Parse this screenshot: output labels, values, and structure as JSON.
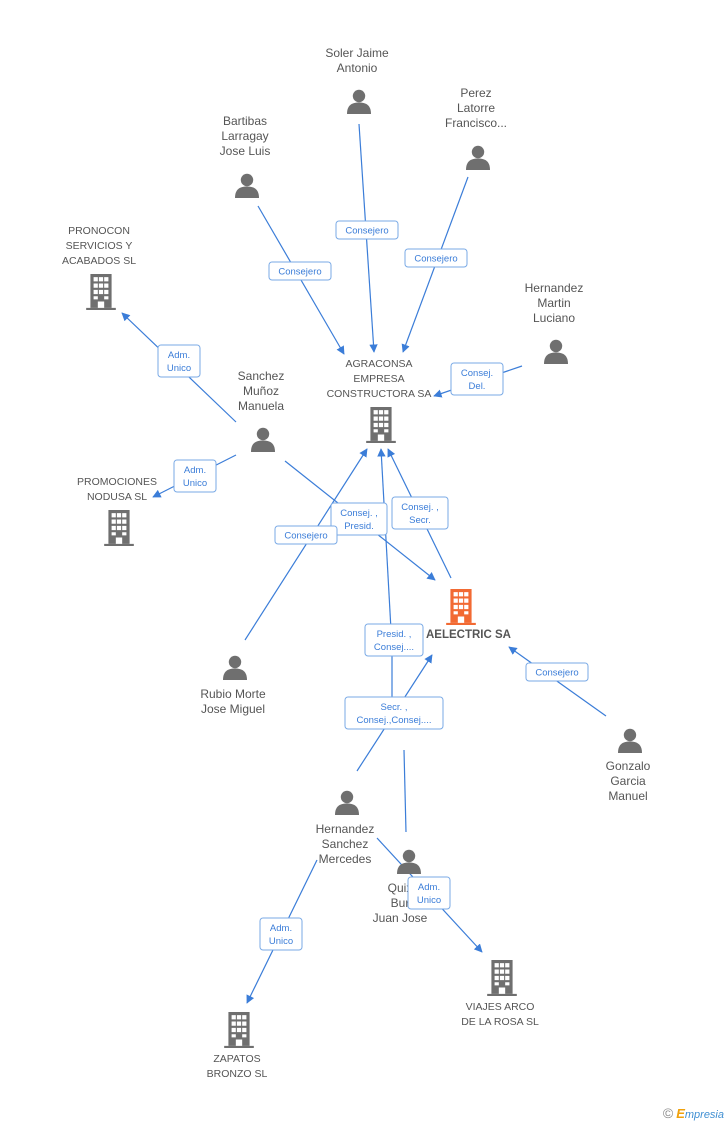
{
  "colors": {
    "edge": "#3b7dd8",
    "role_text": "#3b7dd8",
    "role_border": "#7aaae6",
    "icon": "#6f6f6f",
    "focus_company": "#f26a33",
    "label": "#555555"
  },
  "nodes": [
    {
      "id": "soler",
      "type": "person",
      "lines": [
        "Soler Jaime",
        "Antonio"
      ]
    },
    {
      "id": "perez",
      "type": "person",
      "lines": [
        "Perez",
        "Latorre",
        "Francisco..."
      ]
    },
    {
      "id": "bartibas",
      "type": "person",
      "lines": [
        "Bartibas",
        "Larragay",
        "Jose Luis"
      ]
    },
    {
      "id": "pronocon",
      "type": "company",
      "lines": [
        "PRONOCON",
        "SERVICIOS Y",
        "ACABADOS SL"
      ]
    },
    {
      "id": "hernandez_martin",
      "type": "person",
      "lines": [
        "Hernandez",
        "Martin",
        "Luciano"
      ]
    },
    {
      "id": "agraconsa",
      "type": "company",
      "lines": [
        "AGRACONSA",
        "EMPRESA",
        "CONSTRUCTORA SA"
      ]
    },
    {
      "id": "sanchez",
      "type": "person",
      "lines": [
        "Sanchez",
        "Muñoz",
        "Manuela"
      ]
    },
    {
      "id": "promociones",
      "type": "company",
      "lines": [
        "PROMOCIONES",
        "NODUSA SL"
      ]
    },
    {
      "id": "aelectric",
      "type": "focus",
      "lines": [
        "AELECTRIC SA"
      ]
    },
    {
      "id": "rubio",
      "type": "person",
      "lines": [
        "Rubio Morte",
        "Jose Miguel"
      ]
    },
    {
      "id": "gonzalo",
      "type": "person",
      "lines": [
        "Gonzalo",
        "Garcia",
        "Manuel"
      ]
    },
    {
      "id": "hernandez_sanchez",
      "type": "person",
      "lines": [
        "Hernandez",
        "Sanchez",
        "Mercedes"
      ]
    },
    {
      "id": "quixano",
      "type": "person",
      "lines": [
        "Quix",
        "Bur",
        "Juan Jose"
      ]
    },
    {
      "id": "viajes",
      "type": "company",
      "lines": [
        "VIAJES ARCO",
        "DE LA ROSA SL"
      ]
    },
    {
      "id": "zapatos",
      "type": "company",
      "lines": [
        "ZAPATOS",
        "BRONZO  SL"
      ]
    }
  ],
  "edges": [
    {
      "from": "soler",
      "to": "agraconsa",
      "role": [
        "Consejero"
      ]
    },
    {
      "from": "perez",
      "to": "agraconsa",
      "role": [
        "Consejero"
      ]
    },
    {
      "from": "bartibas",
      "to": "agraconsa",
      "role": [
        "Consejero"
      ]
    },
    {
      "from": "hernandez_martin",
      "to": "agraconsa",
      "role": [
        "Consej.",
        "Del."
      ]
    },
    {
      "from": "sanchez",
      "to": "pronocon",
      "role": [
        "Adm.",
        "Unico"
      ]
    },
    {
      "from": "sanchez",
      "to": "promociones",
      "role": [
        "Adm.",
        "Unico"
      ]
    },
    {
      "from": "sanchez",
      "to": "aelectric",
      "role": [
        "Consej. ,",
        "Presid."
      ]
    },
    {
      "from": "aelectric",
      "to": "agraconsa",
      "role": [
        "Consej. ,",
        "Secr."
      ]
    },
    {
      "from": "rubio",
      "to": "agraconsa",
      "role": [
        "Consejero"
      ]
    },
    {
      "from": "quixano",
      "to": "agraconsa",
      "role": [
        "Presid. ,",
        "Consej...."
      ]
    },
    {
      "from": "hernandez_sanchez",
      "to": "aelectric",
      "role": [
        "Secr. ,",
        "Consej.,Consej...."
      ]
    },
    {
      "from": "gonzalo",
      "to": "aelectric",
      "role": [
        "Consejero"
      ]
    },
    {
      "from": "hernandez_sanchez",
      "to": "viajes",
      "role": [
        "Adm.",
        "Unico"
      ]
    },
    {
      "from": "hernandez_sanchez",
      "to": "zapatos",
      "role": [
        "Adm.",
        "Unico"
      ]
    }
  ],
  "brand": {
    "symbol": "©",
    "first_letter": "E",
    "rest": "mpresia"
  }
}
